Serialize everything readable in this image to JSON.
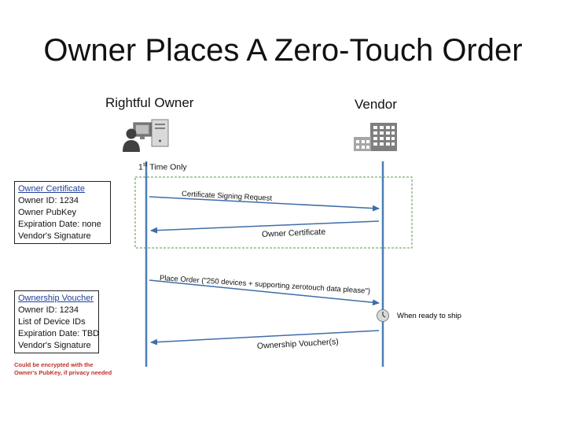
{
  "title": "Owner Places A Zero-Touch Order",
  "actors": {
    "owner": {
      "label": "Rightful Owner",
      "icon": "computer-user-icon"
    },
    "vendor": {
      "label": "Vendor",
      "icon": "office-building-icon"
    }
  },
  "phase": {
    "number": "1",
    "superscript": "st",
    "label": "Time Only"
  },
  "messages": {
    "csr": "Certificate Signing Request",
    "owner_cert": "Owner Certificate",
    "place_order": "Place Order (\"250 devices + supporting zerotouch data please\")",
    "voucher": "Ownership Voucher(s)"
  },
  "when_ready": "When ready to ship",
  "owner_certificate_note": {
    "heading": "Owner Certificate",
    "lines": [
      "Owner ID: 1234",
      "Owner PubKey",
      "Expiration Date: none",
      "Vendor's Signature"
    ]
  },
  "ownership_voucher_note": {
    "heading": "Ownership Voucher",
    "lines": [
      "Owner ID: 1234",
      "List of Device IDs",
      "Expiration Date: TBD",
      "Vendor's Signature"
    ]
  },
  "footnote": {
    "line1": "Could be encrypted with the",
    "line2": "Owner's PubKey, if privacy needed"
  },
  "colors": {
    "lifeline": "#4a7fb5",
    "arrow": "#3f6da8",
    "dashed_box": "#5a9a45",
    "footnote": "#c0302a",
    "note_heading": "#1f3f99"
  }
}
